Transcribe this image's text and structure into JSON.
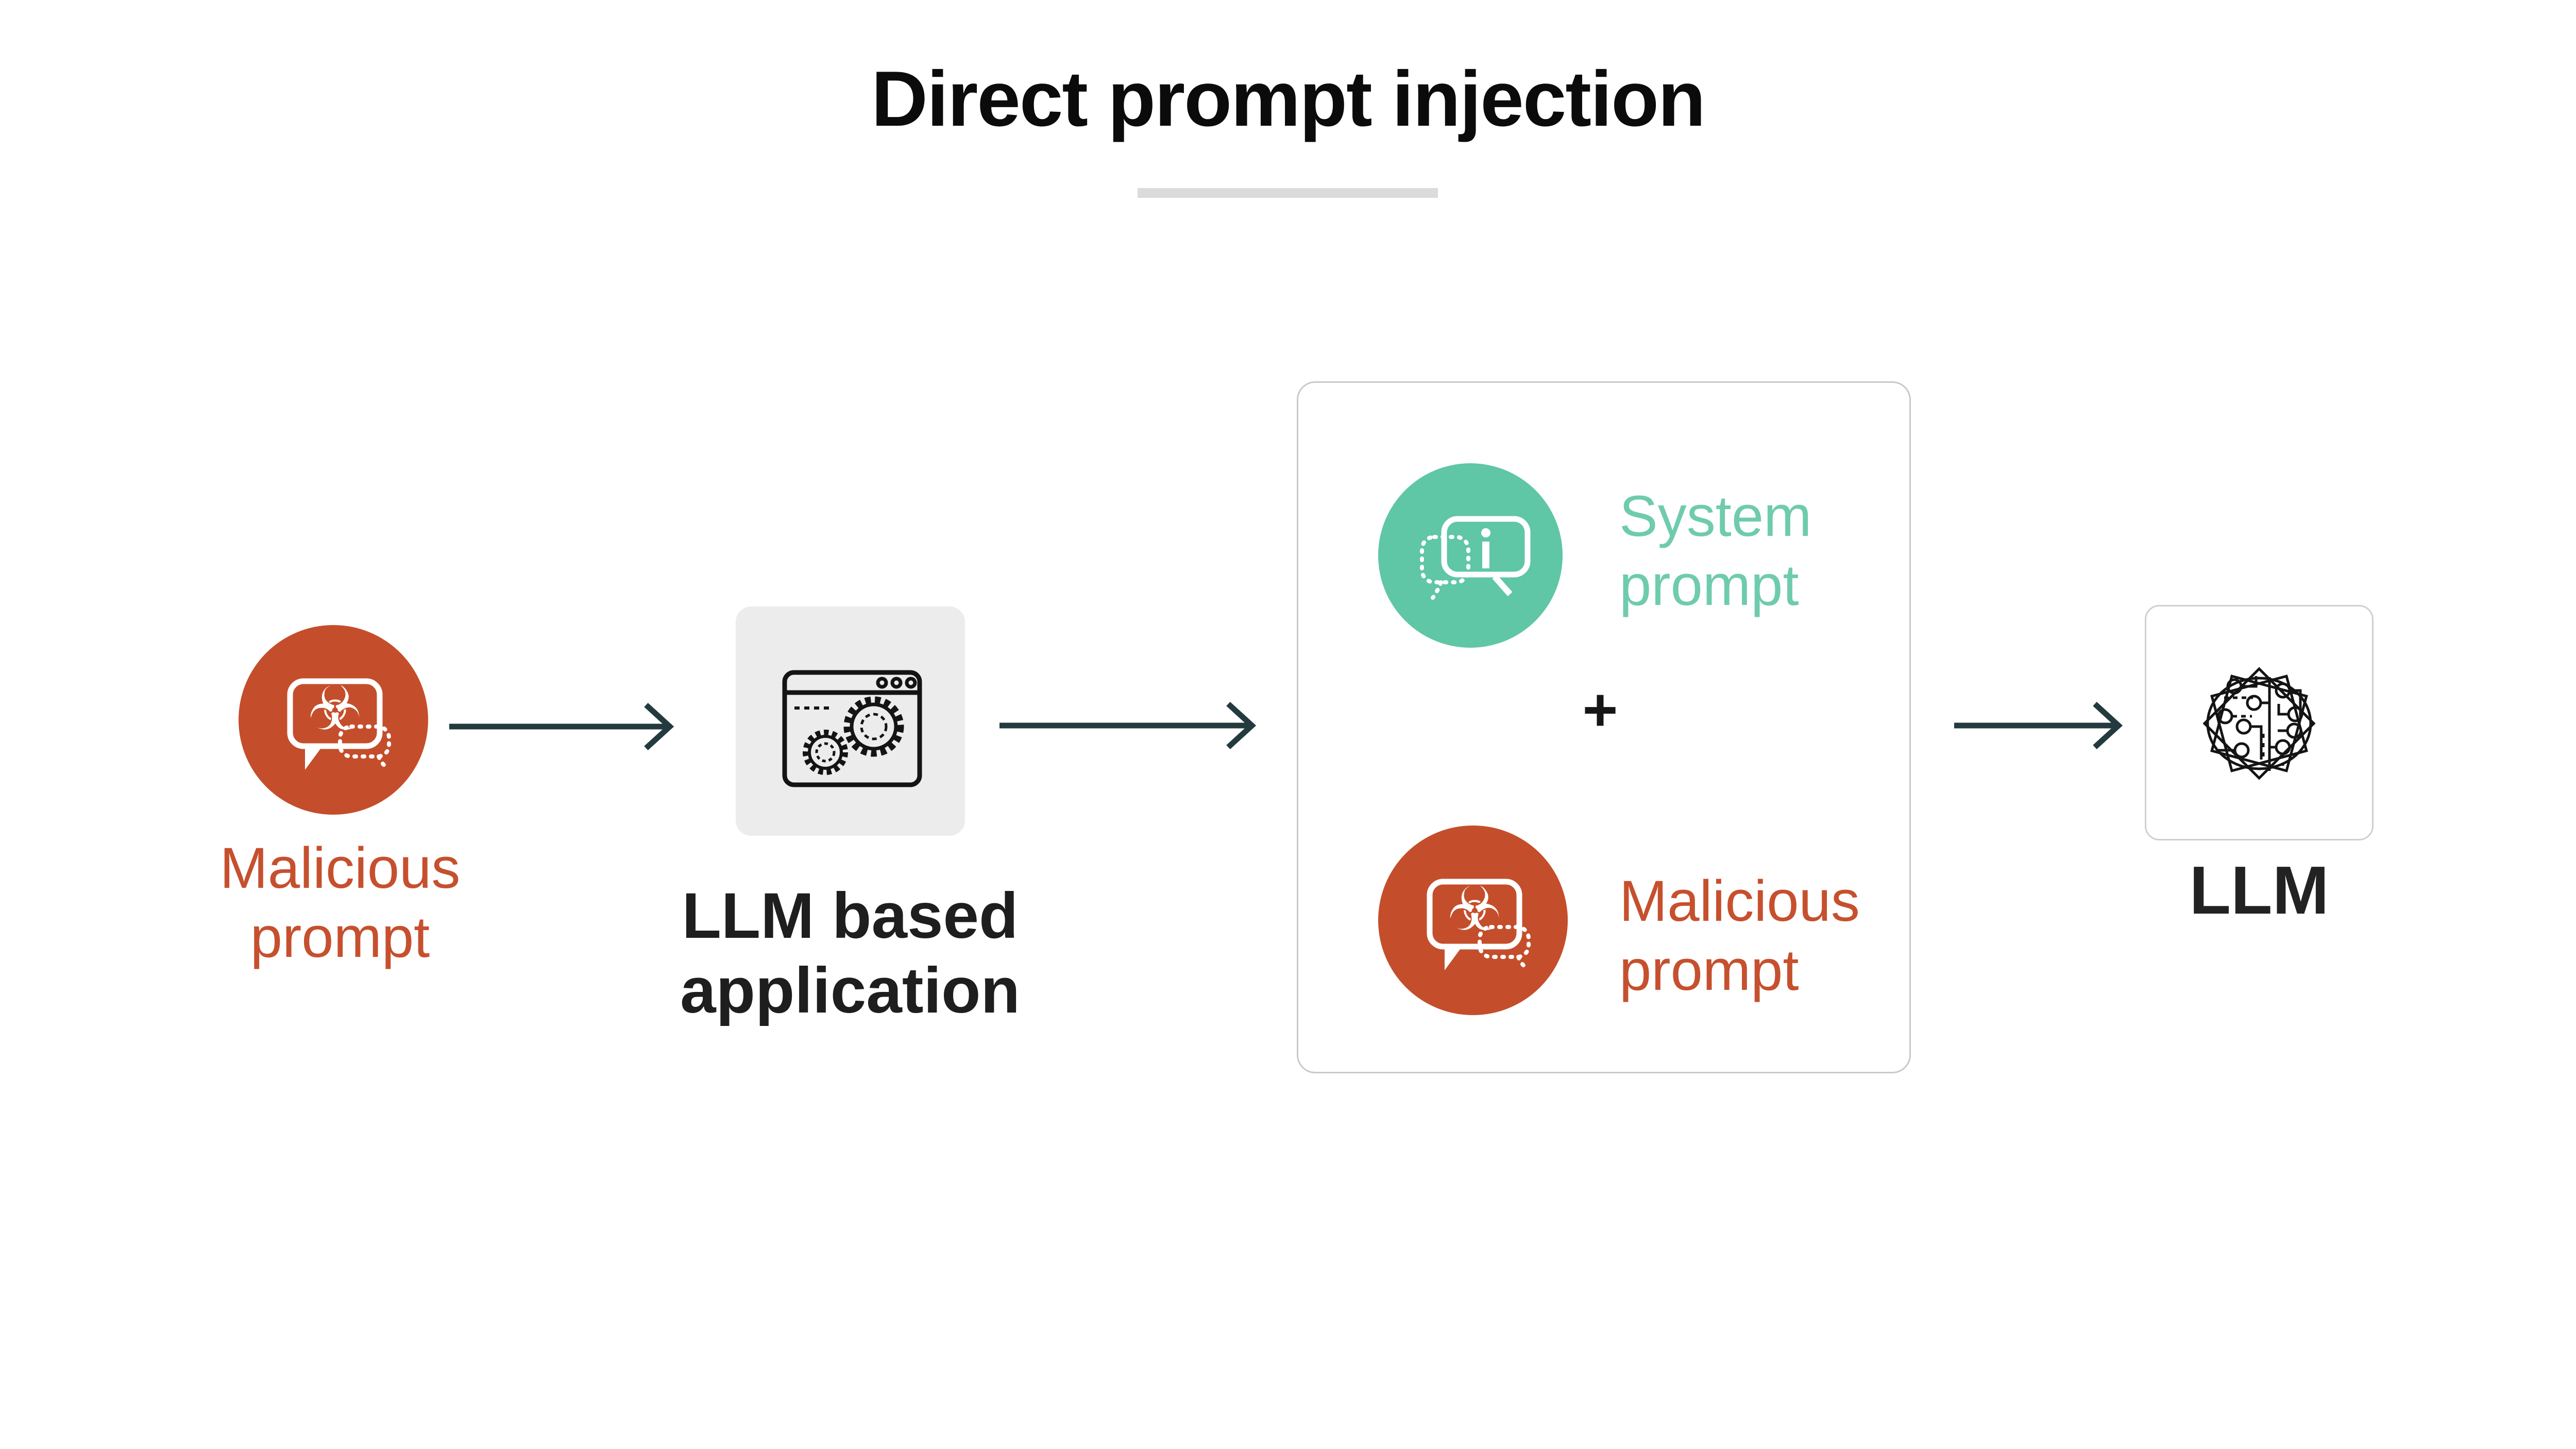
{
  "title": {
    "text": "Direct prompt injection"
  },
  "flow": {
    "malicious_input": {
      "label": "Malicious\nprompt"
    },
    "llm_application": {
      "label": "LLM based\napplication"
    },
    "combined_context": {
      "system_prompt": {
        "label": "System\nprompt"
      },
      "plus": "+",
      "malicious_prompt": {
        "label": "Malicious\nprompt"
      }
    },
    "llm": {
      "label": "LLM"
    }
  },
  "icons": {
    "malicious_input": "biohazard-chat-bubble-icon",
    "llm_application": "browser-window-gears-icon",
    "system_prompt": "info-chat-bubble-icon",
    "malicious_prompt": "biohazard-chat-bubble-icon",
    "llm": "circuit-brain-icon",
    "connector": "right-arrow-icon"
  },
  "colors": {
    "malicious_orange": "#c44e2b",
    "malicious_text": "#c6502e",
    "system_teal": "#5fc6a6",
    "system_text": "#6fcbae",
    "arrow_dark": "#233a3e",
    "app_box_gray": "#ececec",
    "box_border_gray": "#c9c9c9",
    "title_black": "#0b0b0b",
    "underline_gray": "#dbdbdb",
    "background": "#ffffff"
  }
}
